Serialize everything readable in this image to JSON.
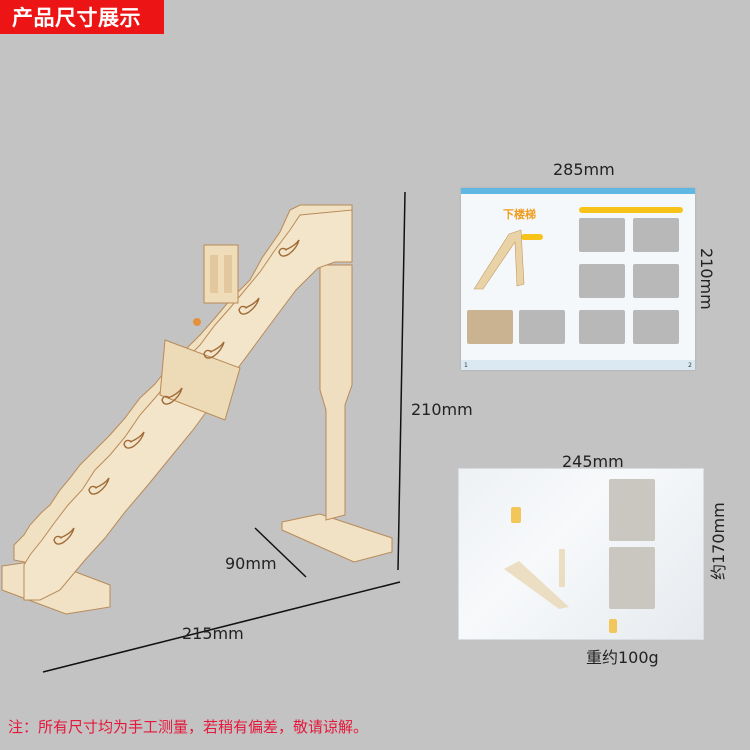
{
  "header": {
    "title": "产品尺寸展示",
    "banner_color": "#ec1414"
  },
  "product": {
    "dimensions": {
      "height": "210mm",
      "depth": "90mm",
      "width": "215mm"
    }
  },
  "manual": {
    "width": "285mm",
    "height": "210mm",
    "booklet_title": "下楼梯",
    "page_left": "1",
    "page_right": "2"
  },
  "package": {
    "width": "245mm",
    "height": "约170mm",
    "weight": "重约100g"
  },
  "footer": {
    "note": "注：所有尺寸均为手工测量，若稍有偏差，敬请谅解。",
    "note_color": "#e5173a"
  },
  "colors": {
    "background": "#c3c3c3",
    "wood": "#eedcbc",
    "wood_edge": "#b88a56"
  }
}
